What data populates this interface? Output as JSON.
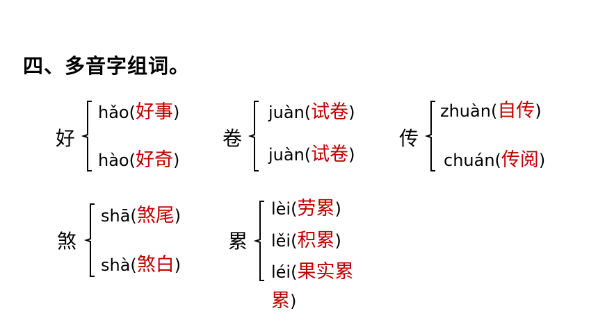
{
  "title": "四、多音字组词。",
  "colors": {
    "pinyin": "#000000",
    "answer": "#c00000"
  },
  "groups": [
    {
      "char": "好",
      "readings": [
        {
          "pinyin": "hǎo",
          "word": "好事"
        },
        {
          "pinyin": "hào",
          "word": "好奇"
        }
      ]
    },
    {
      "char": "卷",
      "readings": [
        {
          "pinyin": "juàn",
          "word": "试卷"
        },
        {
          "pinyin": "juàn",
          "word": "试卷"
        }
      ]
    },
    {
      "char": "传",
      "readings": [
        {
          "pinyin": "zhuàn",
          "word": "自传"
        },
        {
          "pinyin": "chuán",
          "word": "传阅"
        }
      ]
    },
    {
      "char": "煞",
      "readings": [
        {
          "pinyin": "shā",
          "word": "煞尾"
        },
        {
          "pinyin": "shà",
          "word": "煞白"
        }
      ]
    },
    {
      "char": "累",
      "readings": [
        {
          "pinyin": "lèi",
          "word": "劳累"
        },
        {
          "pinyin": "lěi",
          "word": "积累"
        },
        {
          "pinyin": "léi",
          "word": "果实累",
          "word_cont": "累"
        }
      ]
    }
  ]
}
